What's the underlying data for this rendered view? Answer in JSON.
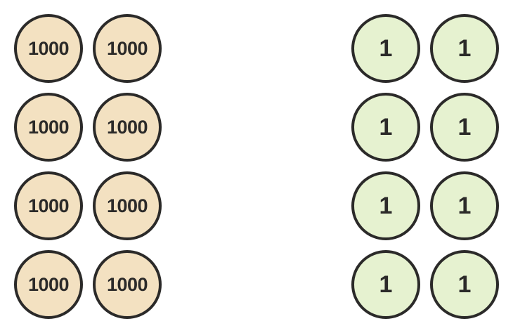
{
  "colors": {
    "thousand_fill": "#f3e1c1",
    "one_fill": "#e6f2d0",
    "outline": "#2b2a29",
    "text": "#2b2a29"
  },
  "thousands_discs": [
    {
      "label": "1000"
    },
    {
      "label": "1000"
    },
    {
      "label": "1000"
    },
    {
      "label": "1000"
    },
    {
      "label": "1000"
    },
    {
      "label": "1000"
    },
    {
      "label": "1000"
    },
    {
      "label": "1000"
    }
  ],
  "ones_discs": [
    {
      "label": "1"
    },
    {
      "label": "1"
    },
    {
      "label": "1"
    },
    {
      "label": "1"
    },
    {
      "label": "1"
    },
    {
      "label": "1"
    },
    {
      "label": "1"
    },
    {
      "label": "1"
    }
  ]
}
